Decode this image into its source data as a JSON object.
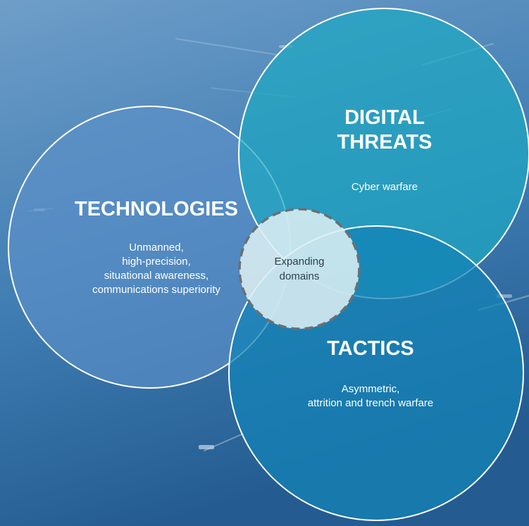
{
  "diagram": {
    "technologies": {
      "title": "TECHNOLOGIES",
      "lines": [
        "Unmanned,",
        "high-precision,",
        "situational awareness,",
        "communications superiority"
      ],
      "color": "#5d92c9"
    },
    "digital_threats": {
      "title_lines": [
        "DIGITAL",
        "THREATS"
      ],
      "subtitle": "Cyber warfare",
      "color": "#1fa8c2"
    },
    "tactics": {
      "title": "TACTICS",
      "lines": [
        "Asymmetric,",
        "attrition and trench warfare"
      ],
      "color": "#1383b6"
    },
    "center": {
      "lines": [
        "Expanding",
        "domains"
      ],
      "color": "#dbeef2",
      "border_color": "#6b6f73"
    },
    "background": {
      "sea_top": "#6f9ec9",
      "sea_bottom": "#245c91"
    }
  }
}
